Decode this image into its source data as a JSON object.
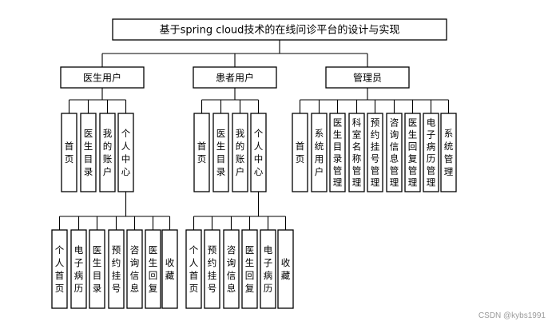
{
  "diagram": {
    "title": "基于spring cloud技术的在线问诊平台的设计与实现",
    "branches": [
      {
        "id": "doctor",
        "label": "医生用户",
        "children": [
          {
            "id": "doctor-home",
            "label": "首页"
          },
          {
            "id": "doctor-directory",
            "label": "医生目录"
          },
          {
            "id": "doctor-account",
            "label": "我的账户"
          },
          {
            "id": "doctor-personal-center",
            "label": "个人中心",
            "children": [
              {
                "id": "doctor-pc-personal-home",
                "label": "个人首页"
              },
              {
                "id": "doctor-pc-emr",
                "label": "电子病历"
              },
              {
                "id": "doctor-pc-directory",
                "label": "医生目录"
              },
              {
                "id": "doctor-pc-appointment",
                "label": "预约挂号"
              },
              {
                "id": "doctor-pc-consultation",
                "label": "咨询信息"
              },
              {
                "id": "doctor-pc-reply",
                "label": "医生回复"
              },
              {
                "id": "doctor-pc-favorites",
                "label": "收藏"
              }
            ]
          }
        ]
      },
      {
        "id": "patient",
        "label": "患者用户",
        "children": [
          {
            "id": "patient-home",
            "label": "首页"
          },
          {
            "id": "patient-directory",
            "label": "医生目录"
          },
          {
            "id": "patient-account",
            "label": "我的账户"
          },
          {
            "id": "patient-personal-center",
            "label": "个人中心",
            "children": [
              {
                "id": "patient-pc-personal-home",
                "label": "个人首页"
              },
              {
                "id": "patient-pc-appointment",
                "label": "预约挂号"
              },
              {
                "id": "patient-pc-consultation",
                "label": "咨询信息"
              },
              {
                "id": "patient-pc-reply",
                "label": "医生回复"
              },
              {
                "id": "patient-pc-emr",
                "label": "电子病历"
              },
              {
                "id": "patient-pc-favorites",
                "label": "收藏"
              }
            ]
          }
        ]
      },
      {
        "id": "admin",
        "label": "管理员",
        "children": [
          {
            "id": "admin-home",
            "label": "首页"
          },
          {
            "id": "admin-system-users",
            "label": "系统用户"
          },
          {
            "id": "admin-doctor-directory-mgmt",
            "label": "医生目录管理"
          },
          {
            "id": "admin-department-mgmt",
            "label": "科室名称管理"
          },
          {
            "id": "admin-appointment-mgmt",
            "label": "预约挂号管理"
          },
          {
            "id": "admin-consultation-mgmt",
            "label": "咨询信息管理"
          },
          {
            "id": "admin-reply-mgmt",
            "label": "医生回复管理"
          },
          {
            "id": "admin-emr-mgmt",
            "label": "电子病历管理"
          },
          {
            "id": "admin-system-mgmt",
            "label": "系统管理"
          }
        ]
      }
    ]
  },
  "watermark": "CSDN @kybs1991"
}
